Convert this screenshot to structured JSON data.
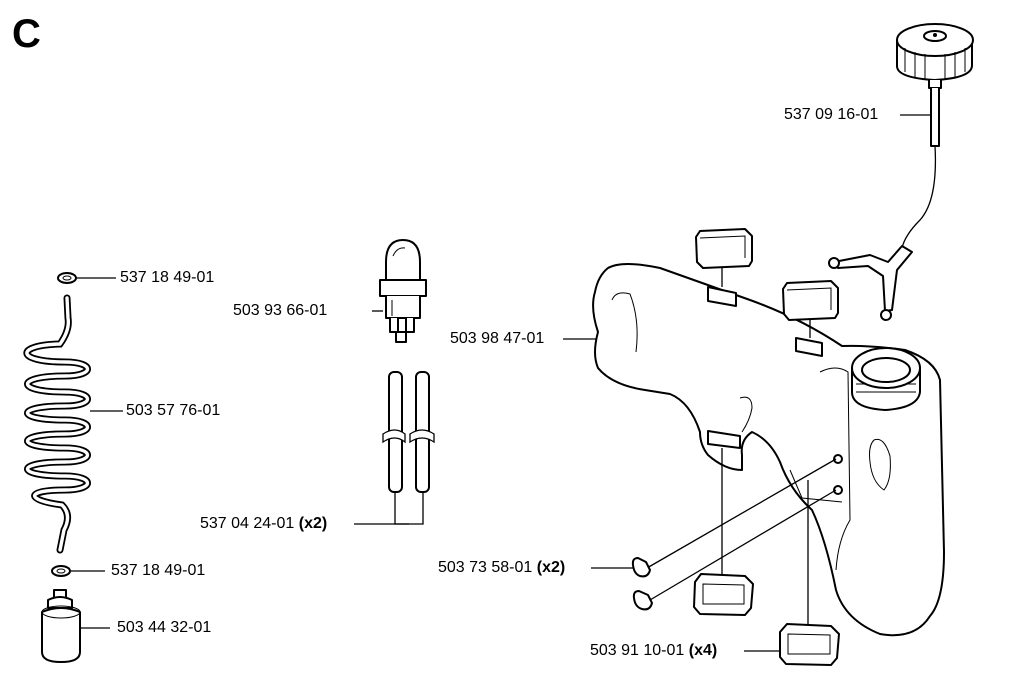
{
  "section_letter": "C",
  "parts": [
    {
      "id": "tank_cap",
      "number": "537 09 16-01",
      "qty": ""
    },
    {
      "id": "grommet_top",
      "number": "537 18 49-01",
      "qty": ""
    },
    {
      "id": "primer_bulb",
      "number": "503 93 66-01",
      "qty": ""
    },
    {
      "id": "fuel_hose",
      "number": "503 57 76-01",
      "qty": ""
    },
    {
      "id": "fuel_tank",
      "number": "503 98 47-01",
      "qty": ""
    },
    {
      "id": "primer_hose",
      "number": "537 04 24-01",
      "qty": "(x2)"
    },
    {
      "id": "screw",
      "number": "503 73 58-01",
      "qty": "(x2)"
    },
    {
      "id": "grommet_bottom",
      "number": "537 18 49-01",
      "qty": ""
    },
    {
      "id": "fuel_filter",
      "number": "503 44 32-01",
      "qty": ""
    },
    {
      "id": "vibration_damper",
      "number": "503 91 10-01",
      "qty": "(x4)"
    }
  ]
}
